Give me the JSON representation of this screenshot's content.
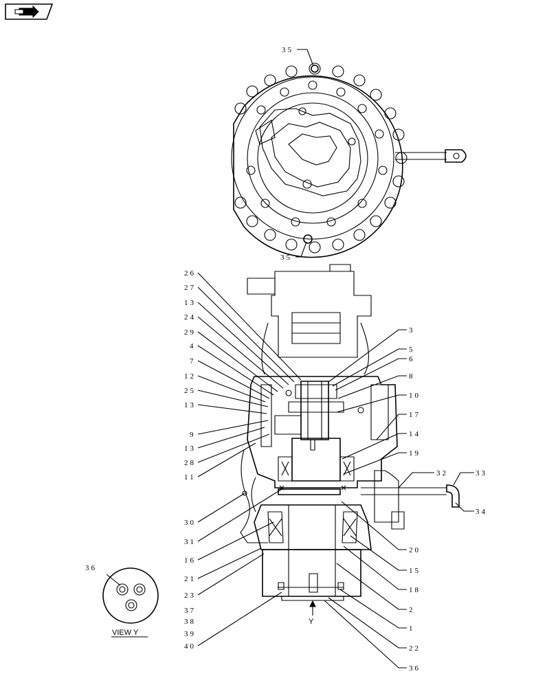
{
  "view_caption": "VIEW  Y",
  "arrow_label": "Y",
  "labels": {
    "top_35": "35",
    "bottom_35": "35",
    "l26": "26",
    "l27": "27",
    "l13a": "13",
    "l24": "24",
    "l29": "29",
    "l4": "4",
    "l7": "7",
    "l12": "12",
    "l25": "25",
    "l13b": "13",
    "l9": "9",
    "l13c": "13",
    "l28": "28",
    "l11": "11",
    "l30": "30",
    "l31": "31",
    "l16": "16",
    "l21": "21",
    "l23": "23",
    "l37": "37",
    "l38": "38",
    "l39": "39",
    "l40": "40",
    "r3": "3",
    "r5": "5",
    "r6": "6",
    "r8": "8",
    "r10": "10",
    "r17": "17",
    "r14": "14",
    "r19": "19",
    "r32": "32",
    "r33": "33",
    "r34": "34",
    "r20": "20",
    "r15": "15",
    "r18": "18",
    "r2": "2",
    "r1": "1",
    "r22": "22",
    "r36": "36",
    "v36": "36"
  }
}
